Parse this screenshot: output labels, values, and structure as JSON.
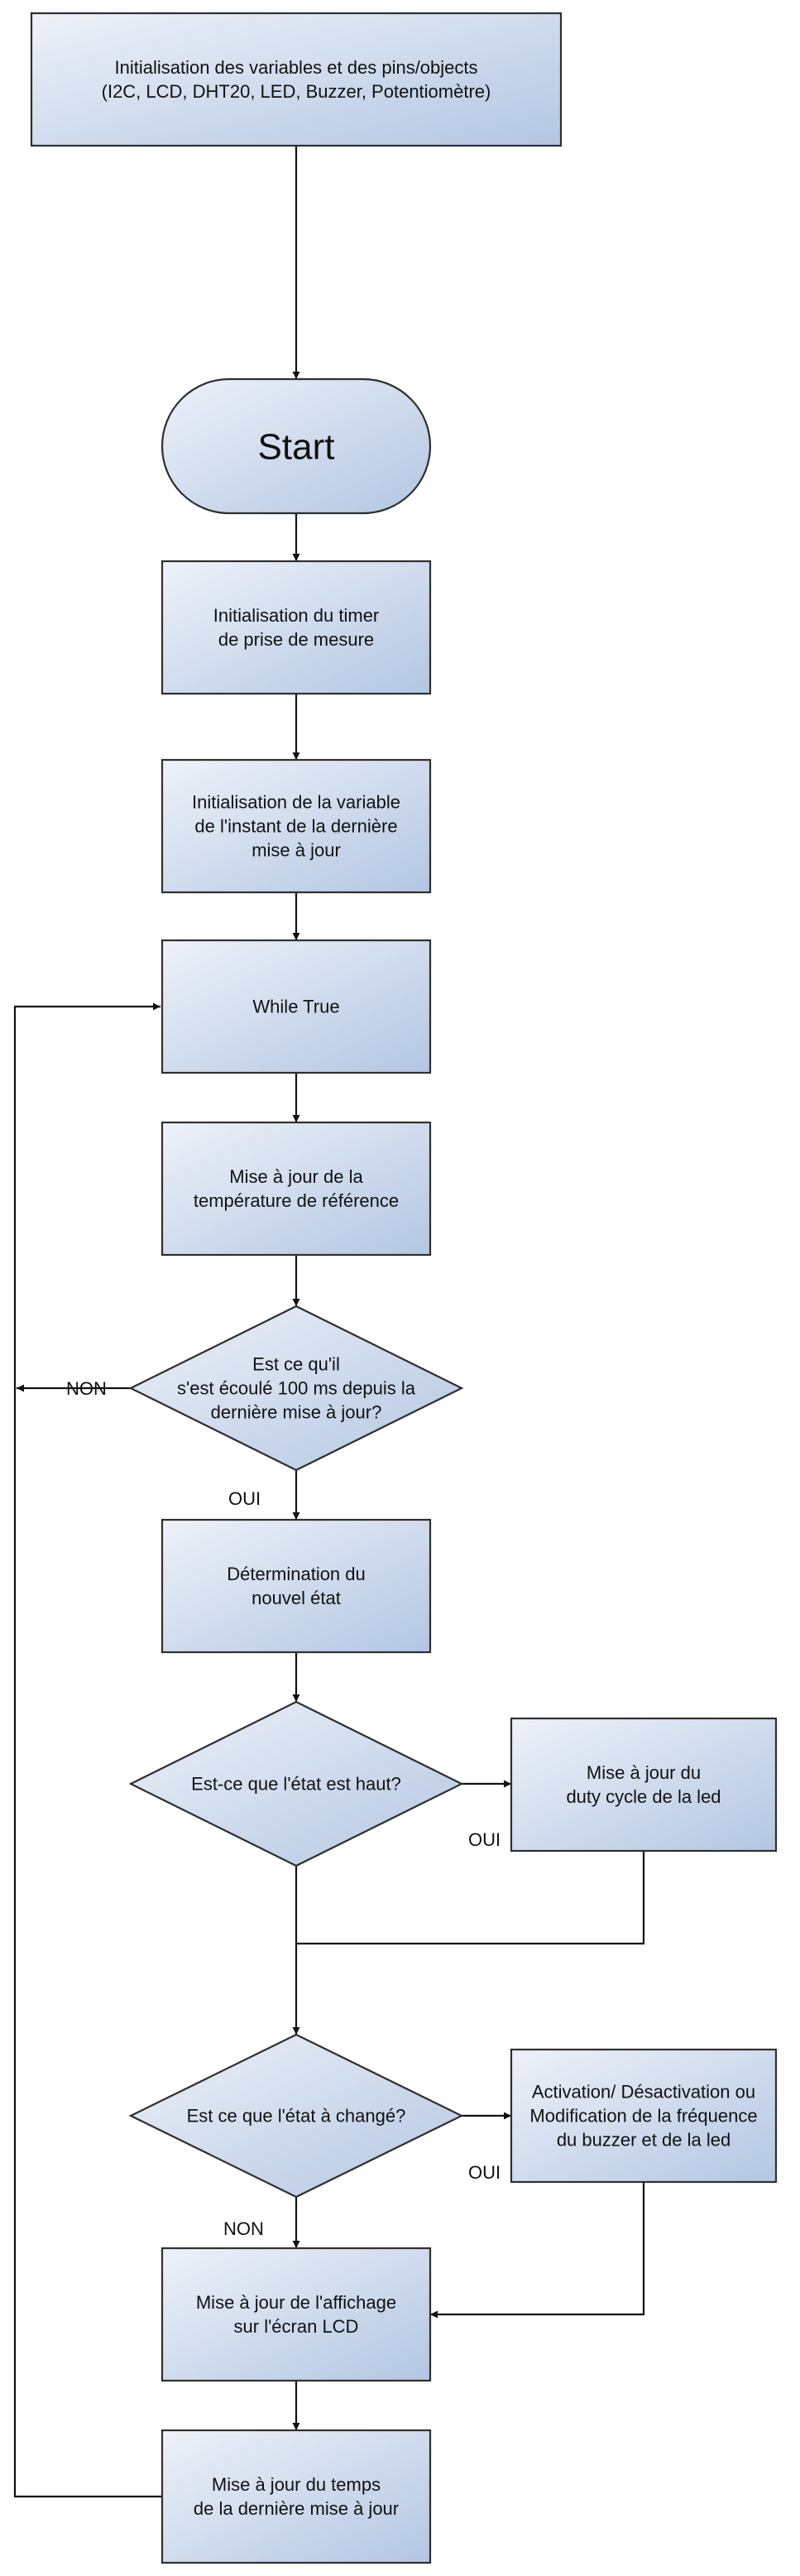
{
  "nodes": {
    "init": {
      "lines": [
        "Initialisation des variables et des pins/objects",
        "(I2C, LCD, DHT20, LED, Buzzer, Potentiomètre)"
      ]
    },
    "start": {
      "lines": [
        "Start"
      ]
    },
    "timer": {
      "lines": [
        "Initialisation du timer",
        "de prise de mesure"
      ]
    },
    "var": {
      "lines": [
        "Initialisation de la variable",
        "de l'instant de la dernière",
        "mise à jour"
      ]
    },
    "loop": {
      "lines": [
        "While True"
      ]
    },
    "ref": {
      "lines": [
        "Mise à jour de la",
        "température de référence"
      ]
    },
    "d1": {
      "lines": [
        "Est ce qu'il",
        "s'est écoulé 100 ms depuis la",
        "dernière mise à jour?"
      ]
    },
    "state": {
      "lines": [
        "Détermination du",
        "nouvel état"
      ]
    },
    "d2": {
      "lines": [
        "Est-ce que l'état est haut?"
      ]
    },
    "duty": {
      "lines": [
        "Mise à jour du",
        "duty cycle de la led"
      ]
    },
    "d3": {
      "lines": [
        "Est ce que l'état à changé?"
      ]
    },
    "act": {
      "lines": [
        "Activation/ Désactivation ou",
        "Modification de la fréquence",
        "du buzzer et de la led"
      ]
    },
    "lcd": {
      "lines": [
        "Mise à jour de l'affichage",
        "sur l'écran LCD"
      ]
    },
    "last": {
      "lines": [
        "Mise à jour du temps",
        "de la dernière mise à jour"
      ]
    }
  },
  "edge_labels": {
    "d1_no": "NON",
    "d1_yes": "OUI",
    "d2_yes": "OUI",
    "d3_yes": "OUI",
    "d3_no": "NON"
  },
  "colors": {
    "fill_light": "#eef2f9",
    "fill_dark": "#b3c6e2",
    "stroke": "#2f2f2f",
    "line": "#111111"
  }
}
